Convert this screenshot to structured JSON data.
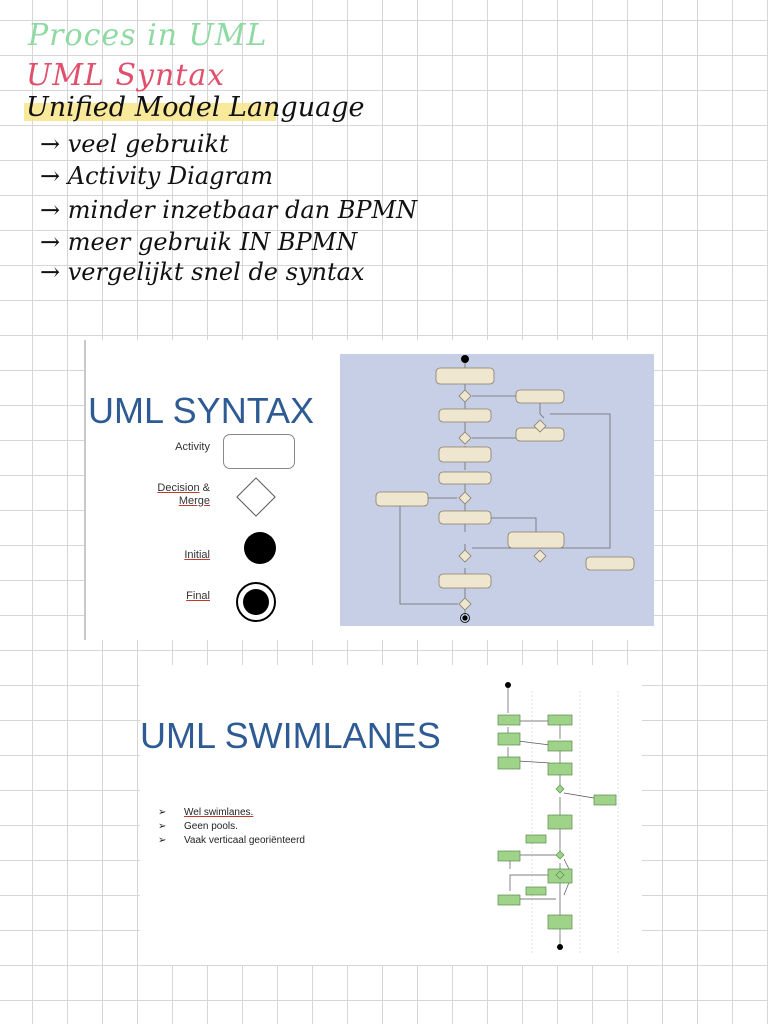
{
  "notes": {
    "line_green": "Proces in UML",
    "line_pink": "UML Syntax",
    "title": "Unified Model Language",
    "bullets": [
      "veel gebruikt",
      "Activity Diagram",
      "minder inzetbaar dan BPMN",
      "meer gebruik IN BPMN",
      "vergelijkt snel de syntax"
    ]
  },
  "slide_syntax": {
    "title": "UML SYNTAX",
    "legend": {
      "activity": "Activity",
      "decision": "Decision",
      "decision_amp": "&",
      "merge": "Merge",
      "initial": "Initial",
      "final": "Final"
    },
    "diagram_bg": "#c6cfe6",
    "node_color": "#efe6cf"
  },
  "slide_swimlanes": {
    "title": "UML SWIMLANES",
    "bullets": [
      "Wel swimlanes.",
      "Geen pools.",
      "Vaak verticaal georiënteerd"
    ],
    "lane_color": "#9fd38a"
  },
  "colors": {
    "title_blue": "#2e5b93",
    "ink_green": "#8fd9a2",
    "ink_pink": "#e0506c",
    "highlight": "#f7e58a"
  }
}
